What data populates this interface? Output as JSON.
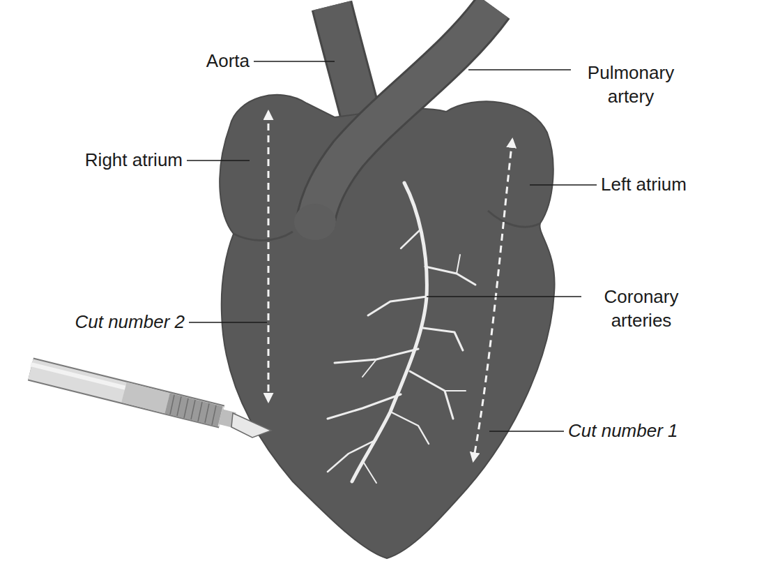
{
  "diagram": {
    "labels": [
      "Aorta",
      "Pulmonary artery",
      "Right atrium",
      "Left atrium",
      "Coronary arteries",
      "Cut number 2",
      "Cut number 1"
    ]
  }
}
